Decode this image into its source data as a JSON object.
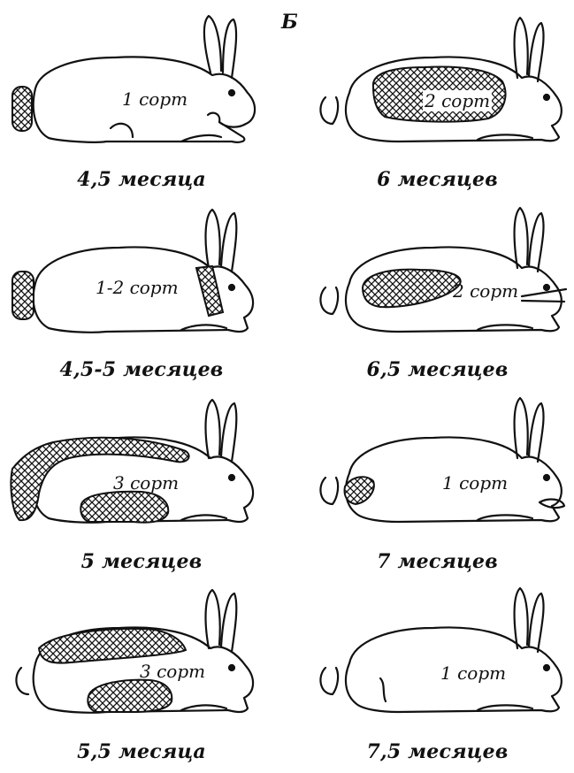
{
  "panel_label": "Б",
  "rabbits": [
    {
      "id": "r1",
      "age": "4,5 месяца",
      "grade": "1 сорт"
    },
    {
      "id": "r2",
      "age": "6 месяцев",
      "grade": "2 сорт"
    },
    {
      "id": "r3",
      "age": "4,5-5 месяцев",
      "grade": "1-2 сорт"
    },
    {
      "id": "r4",
      "age": "6,5 месяцев",
      "grade": "2 сорт"
    },
    {
      "id": "r5",
      "age": "5 месяцев",
      "grade": "3 сорт"
    },
    {
      "id": "r6",
      "age": "7 месяцев",
      "grade": "1 сорт"
    },
    {
      "id": "r7",
      "age": "5,5 месяца",
      "grade": "3 сорт"
    },
    {
      "id": "r8",
      "age": "7,5 месяцев",
      "grade": "1 сорт"
    }
  ]
}
